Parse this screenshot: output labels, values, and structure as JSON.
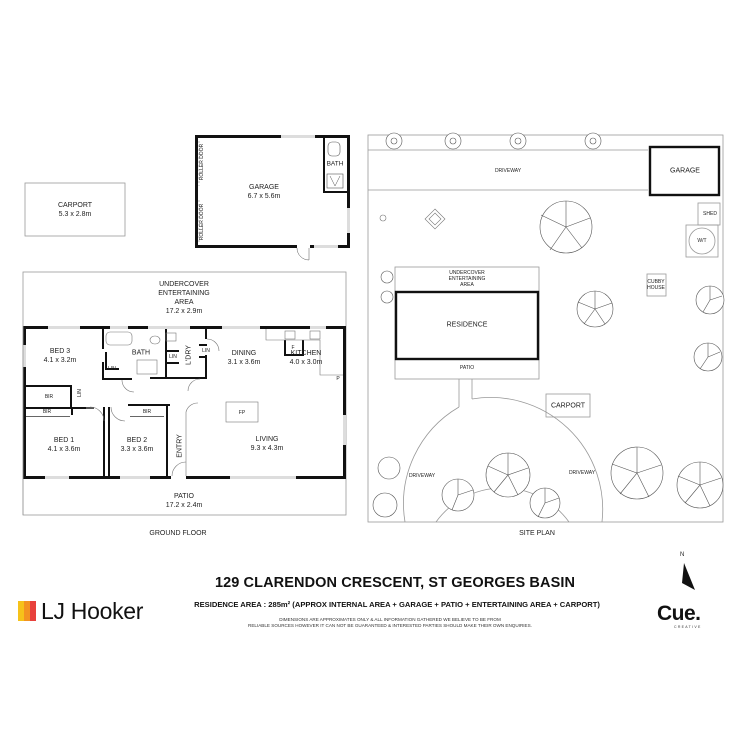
{
  "floor_plan": {
    "caption": "GROUND FLOOR",
    "outbuildings": {
      "carport": {
        "name": "CARPORT",
        "dims": "5.3 x 2.8m"
      },
      "garage": {
        "name": "GARAGE",
        "dims": "6.7 x 5.6m",
        "roller_door_label": "ROLLER DOOR",
        "bath_label": "BATH"
      }
    },
    "rooms": {
      "entertaining": {
        "name_line1": "UNDERCOVER",
        "name_line2": "ENTERTAINING",
        "name_line3": "AREA",
        "dims": "17.2 x 2.9m"
      },
      "bed3": {
        "name": "BED 3",
        "dims": "4.1 x 3.2m"
      },
      "bath": {
        "name": "BATH"
      },
      "laundry": {
        "name": "L'DRY"
      },
      "dining": {
        "name": "DINING",
        "dims": "3.1 x 3.6m"
      },
      "kitchen": {
        "name": "KITCHEN",
        "dims": "4.0 x 3.0m"
      },
      "bed1": {
        "name": "BED 1",
        "dims": "4.1 x 3.6m"
      },
      "bed2": {
        "name": "BED 2",
        "dims": "3.3 x 3.6m"
      },
      "entry": {
        "name": "ENTRY"
      },
      "living": {
        "name": "LIVING",
        "dims": "9.3 x 4.3m"
      },
      "patio": {
        "name": "PATIO",
        "dims": "17.2 x 2.4m"
      }
    },
    "fixtures": {
      "lin": "LIN",
      "bir": "BIR",
      "fridge": "F",
      "pantry": "P",
      "fireplace": "FP"
    }
  },
  "site_plan": {
    "caption": "SITE PLAN",
    "labels": {
      "driveway_top": "DRIVEWAY",
      "garage": "GARAGE",
      "shed": "SHED",
      "water_tank": "W/T",
      "entertaining_line1": "UNDERCOVER",
      "entertaining_line2": "ENTERTAINING",
      "entertaining_line3": "AREA",
      "residence": "RESIDENCE",
      "patio": "PATIO",
      "cubby_line1": "CUBBY",
      "cubby_line2": "HOUSE",
      "carport": "CARPORT",
      "driveway_left": "DRIVEWAY",
      "driveway_right": "DRIVEWAY"
    }
  },
  "footer": {
    "address": "129 CLARENDON CRESCENT, ST GEORGES BASIN",
    "area_line": "RESIDENCE AREA :  285m²  (APPROX INTERNAL AREA + GARAGE + PATIO + ENTERTAINING AREA + CARPORT)",
    "disclaimer_line1": "DIMENSIONS ARE APPROXIMATES ONLY & ALL INFORMATION GATHERED WE BELIEVE TO BE FROM",
    "disclaimer_line2": "RELIABLE SOURCES HOWEVER IT CAN NOT BE GUARANTEED & INTERESTED PARTIES SHOULD MAKE THEIR OWN ENQUIRIES.",
    "north_label": "N",
    "agency": {
      "name": "LJ Hooker",
      "bar_colors": [
        "#f6c21a",
        "#f39321",
        "#e8413c"
      ]
    },
    "creator": {
      "name": "Cue.",
      "sub": "CREATIVE"
    }
  }
}
